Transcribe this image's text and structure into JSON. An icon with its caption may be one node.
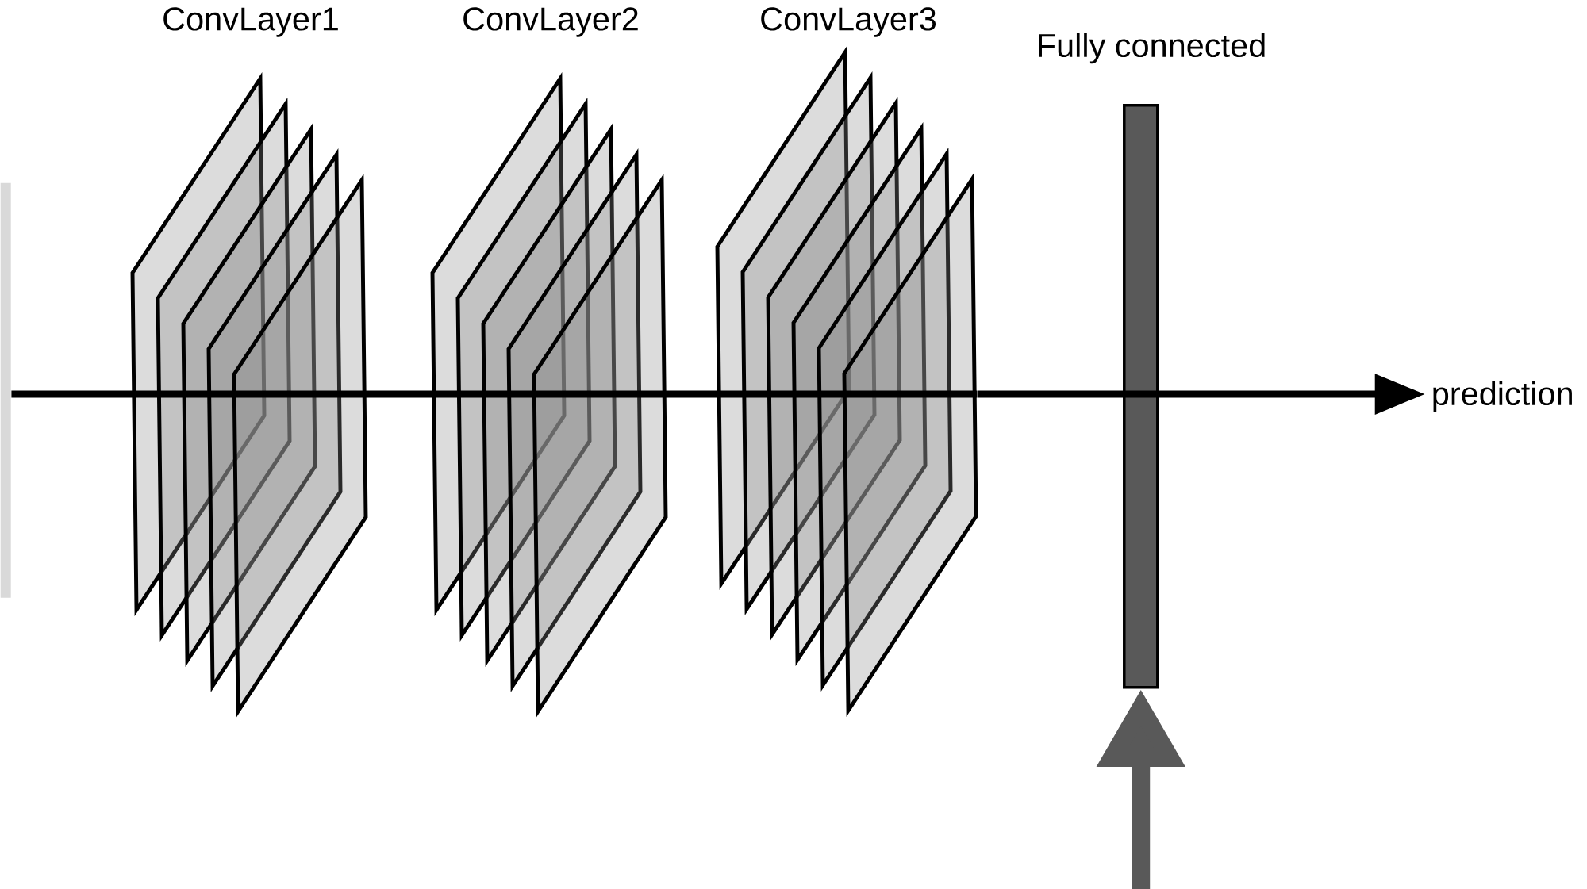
{
  "diagram": {
    "nodes": [
      {
        "text": [],
        "shape": "box"
      },
      {
        "text": [
          "ConvLayer1"
        ]
      },
      {
        "text": [
          "ConvLayer2"
        ]
      },
      {
        "text": [
          "ConvLayer3"
        ]
      },
      {
        "text": [
          "Fully connected"
        ]
      },
      {
        "text": [
          "prediction"
        ]
      }
    ],
    "edges": [
      {
        "from": 0,
        "to": 1,
        "arrow": "none"
      },
      {
        "from": 1,
        "to": 2,
        "arrow": "none"
      },
      {
        "from": 2,
        "to": 3,
        "arrow": "none"
      },
      {
        "from": 3,
        "to": 4,
        "arrow": "none"
      },
      {
        "from": 4,
        "to": 5,
        "arrow": "to"
      },
      {
        "from": null,
        "to": 4,
        "arrow": "to",
        "style": "thick",
        "color": "#595959"
      }
    ]
  }
}
